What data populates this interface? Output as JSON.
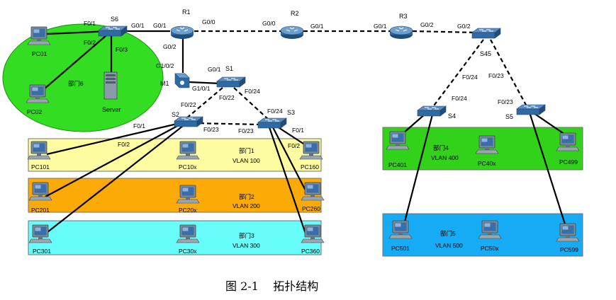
{
  "routers": {
    "r1": "R1",
    "r2": "R2",
    "r3": "R3"
  },
  "switches": {
    "s6": "S6",
    "s1": "S1",
    "s2": "S2",
    "s3": "S3",
    "s4": "S4",
    "s5": "S5",
    "s45": "S45",
    "m1": "M1"
  },
  "server": "Server",
  "pcs": {
    "pc01": "PC01",
    "pc02": "PC02",
    "pc101": "PC101",
    "pc10x": "PC10x",
    "pc160": "PC160",
    "pc201": "PC201",
    "pc20x": "PC20x",
    "pc260": "PC260",
    "pc301": "PC301",
    "pc30x": "PC30x",
    "pc360": "PC360",
    "pc401": "PC401",
    "pc40x": "PC40x",
    "pc499": "PC499",
    "pc501": "PC501",
    "pc50x": "PC50x",
    "pc599": "PC599"
  },
  "zones": {
    "dept6": "部门6",
    "dept1": "部门1",
    "vlan100": "VLAN 100",
    "dept2": "部门2",
    "vlan200": "VLAN 200",
    "dept3": "部门3",
    "vlan300": "VLAN 300",
    "dept4": "部门4",
    "vlan400": "VLAN 400",
    "dept5": "部门5",
    "vlan500": "VLAN 500"
  },
  "ports": {
    "s6_pc01": "F0/1",
    "s6_pc02": "F0/2",
    "s6_server": "F0/3",
    "s6_g": "G0/1",
    "r1_g01": "G0/1",
    "r1_g00": "G0/0",
    "r1_g02": "G0/2",
    "r2_g00": "G0/0",
    "r2_g01": "G0/1",
    "r3_g01": "G0/1",
    "r3_g02": "G0/2",
    "s45_g02": "G0/2",
    "m1_g102": "G1/0/2",
    "m1_g101": "G1/0/1",
    "s1_g01": "G0/1",
    "s1_f22": "F0/22",
    "s1_f24": "F0/24",
    "s2_f22": "F0/22",
    "s2_f01": "F0/1",
    "s2_f02": "F0/2",
    "s2_f23": "F0/23",
    "s3_f24": "F0/24",
    "s3_f23": "F0/23",
    "s3_f01": "F0/1",
    "s3_f02": "F0/2",
    "s45_f24": "F0/24",
    "s45_f23": "F0/23",
    "s4_f24": "F0/24",
    "s5_f23": "F0/23"
  },
  "caption": "图 2-1    拓扑结构",
  "colors": {
    "dept6": "#33dd22",
    "dept1": "#fefca0",
    "dept2": "#fbaa06",
    "dept3": "#66fdfb",
    "dept4": "#32d11a",
    "dept5": "#16abf5"
  }
}
